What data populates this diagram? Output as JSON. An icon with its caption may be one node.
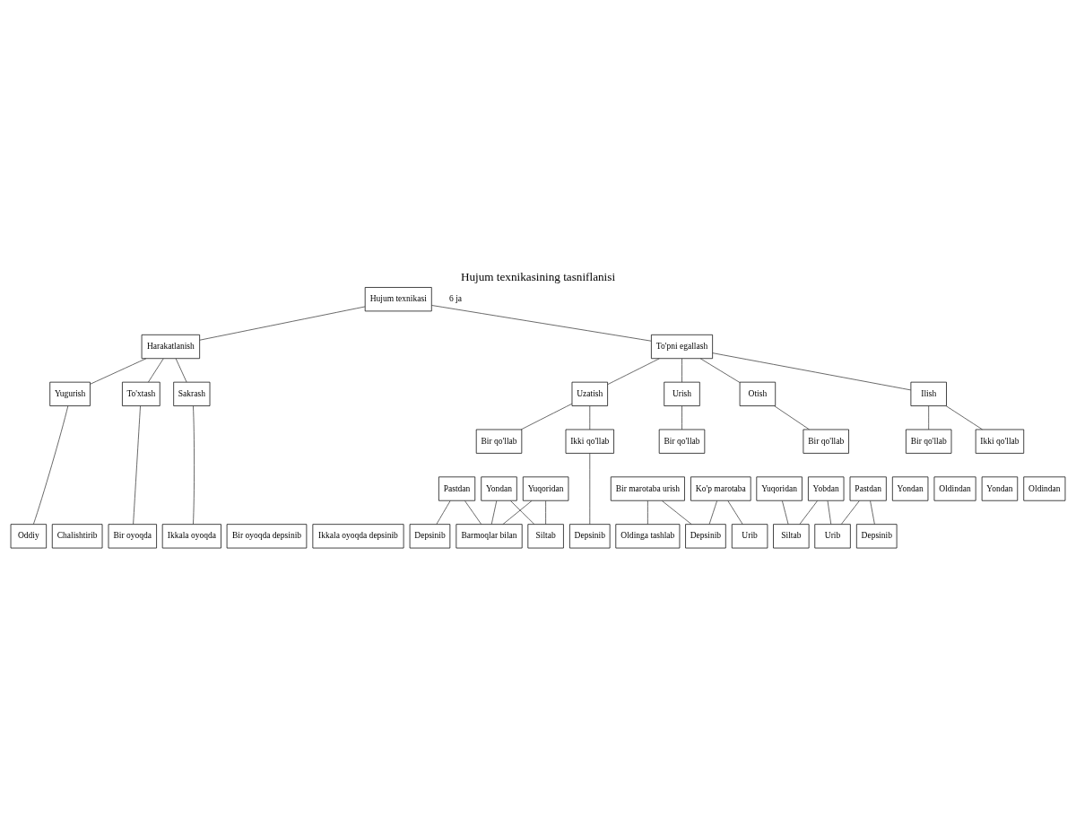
{
  "diagram": {
    "title": "Hujum texnikasining tasniflanisi",
    "nodes": [
      {
        "text": [
          "Hujum texnikasi"
        ]
      },
      {
        "text": [
          "Harakatlanish"
        ]
      },
      {
        "text": [
          "To'pni egallash"
        ]
      },
      {
        "text": [
          "Yugurish"
        ]
      },
      {
        "text": [
          "To'xtash"
        ]
      },
      {
        "text": [
          "Sakrash"
        ]
      },
      {
        "text": [
          "Oddiy"
        ]
      },
      {
        "text": [
          "Chalishtirib"
        ]
      },
      {
        "text": [
          "Bir oyoqda"
        ]
      },
      {
        "text": [
          "Ikkala oyoqda"
        ]
      },
      {
        "text": [
          "Bir oyoqda depsinib"
        ]
      },
      {
        "text": [
          "Ikkala oyoqda depsinib"
        ]
      },
      {
        "text": [
          "Ilish"
        ]
      },
      {
        "text": [
          "Uzatish"
        ]
      },
      {
        "text": [
          "Urish"
        ]
      },
      {
        "text": [
          "Otish"
        ]
      },
      {
        "text": [
          "Bir qo'llab"
        ]
      },
      {
        "text": [
          "Ikki qo'llab"
        ]
      },
      {
        "text": [
          "Bir qo'llab"
        ]
      },
      {
        "text": [
          "Ikki qo'llab"
        ]
      },
      {
        "text": [
          "Bir qo'llab"
        ]
      },
      {
        "text": [
          "Bir qo'llab"
        ]
      },
      {
        "text": [
          "Oldindan"
        ]
      },
      {
        "text": [
          "Yondan"
        ]
      },
      {
        "text": [
          "Oldindan"
        ]
      },
      {
        "text": [
          "Yondan"
        ]
      },
      {
        "text": [
          "Yuqoridan"
        ]
      },
      {
        "text": [
          "Yondan"
        ]
      },
      {
        "text": [
          "Pastdan"
        ]
      },
      {
        "text": [
          "Bir marotaba urish"
        ]
      },
      {
        "text": [
          "Ko'p marotaba"
        ]
      },
      {
        "text": [
          "Yuqoridan"
        ]
      },
      {
        "text": [
          "Yobdan"
        ]
      },
      {
        "text": [
          "Pastdan"
        ]
      },
      {
        "text": [
          "Siltab"
        ]
      },
      {
        "text": [
          "Barmoqlar bilan"
        ]
      },
      {
        "text": [
          "Depsinib"
        ]
      },
      {
        "text": [
          "Depsinib"
        ]
      },
      {
        "text": [
          "Oldinga tashlab"
        ]
      },
      {
        "text": [
          "Depsinib"
        ]
      },
      {
        "text": [
          "Urib"
        ]
      },
      {
        "text": [
          "Siltab"
        ]
      },
      {
        "text": [
          "Urib"
        ]
      },
      {
        "text": [
          "Depsinib"
        ]
      }
    ],
    "edges": [
      {
        "from": 0,
        "to": 1,
        "arrow": "none"
      },
      {
        "from": 0,
        "to": 2,
        "arrow": "none"
      },
      {
        "from": 1,
        "to": 3,
        "arrow": "none"
      },
      {
        "from": 1,
        "to": 4,
        "arrow": "none"
      },
      {
        "from": 1,
        "to": 5,
        "arrow": "none"
      },
      {
        "from": 3,
        "to": 6,
        "arrow": "none"
      },
      {
        "from": 4,
        "to": 8,
        "arrow": "none"
      },
      {
        "from": 5,
        "to": 9,
        "arrow": "none"
      },
      {
        "from": 2,
        "to": 12,
        "arrow": "none"
      },
      {
        "from": 2,
        "to": 13,
        "arrow": "none"
      },
      {
        "from": 2,
        "to": 14,
        "arrow": "none"
      },
      {
        "from": 2,
        "to": 15,
        "arrow": "none"
      },
      {
        "from": 12,
        "to": 16,
        "arrow": "none"
      },
      {
        "from": 12,
        "to": 17,
        "arrow": "none"
      },
      {
        "from": 13,
        "to": 18,
        "arrow": "none"
      },
      {
        "from": 13,
        "to": 19,
        "arrow": "none"
      },
      {
        "from": 14,
        "to": 20,
        "arrow": "none"
      },
      {
        "from": 15,
        "to": 21,
        "arrow": "none"
      },
      {
        "from": 26,
        "to": 34,
        "arrow": "none"
      },
      {
        "from": 26,
        "to": 35,
        "arrow": "none"
      },
      {
        "from": 27,
        "to": 34,
        "arrow": "none"
      },
      {
        "from": 27,
        "to": 35,
        "arrow": "none"
      },
      {
        "from": 28,
        "to": 35,
        "arrow": "none"
      },
      {
        "from": 28,
        "to": 36,
        "arrow": "none"
      },
      {
        "from": 19,
        "to": 37,
        "arrow": "none"
      },
      {
        "from": 29,
        "to": 38,
        "arrow": "none"
      },
      {
        "from": 29,
        "to": 39,
        "arrow": "none"
      },
      {
        "from": 30,
        "to": 39,
        "arrow": "none"
      },
      {
        "from": 30,
        "to": 40,
        "arrow": "none"
      },
      {
        "from": 31,
        "to": 41,
        "arrow": "none"
      },
      {
        "from": 32,
        "to": 41,
        "arrow": "none"
      },
      {
        "from": 32,
        "to": 42,
        "arrow": "none"
      },
      {
        "from": 33,
        "to": 42,
        "arrow": "none"
      },
      {
        "from": 33,
        "to": 43,
        "arrow": "none"
      }
    ],
    "labels": [
      "6 ja"
    ]
  }
}
